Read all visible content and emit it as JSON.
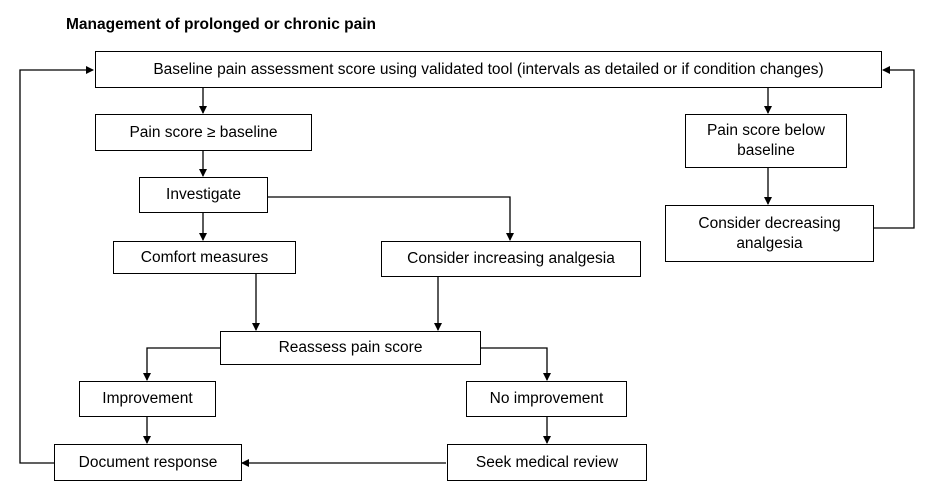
{
  "title": "Management of prolonged or chronic pain",
  "nodes": {
    "baseline": "Baseline pain assessment score using validated tool (intervals as detailed or if condition changes)",
    "score_ge": "Pain score ≥ baseline",
    "investigate": "Investigate",
    "comfort": "Comfort measures",
    "increase": "Consider increasing analgesia",
    "reassess": "Reassess pain score",
    "improvement": "Improvement",
    "no_improvement": "No improvement",
    "document": "Document response",
    "review": "Seek medical review",
    "score_below": "Pain score below baseline",
    "decrease": "Consider decreasing analgesia"
  }
}
